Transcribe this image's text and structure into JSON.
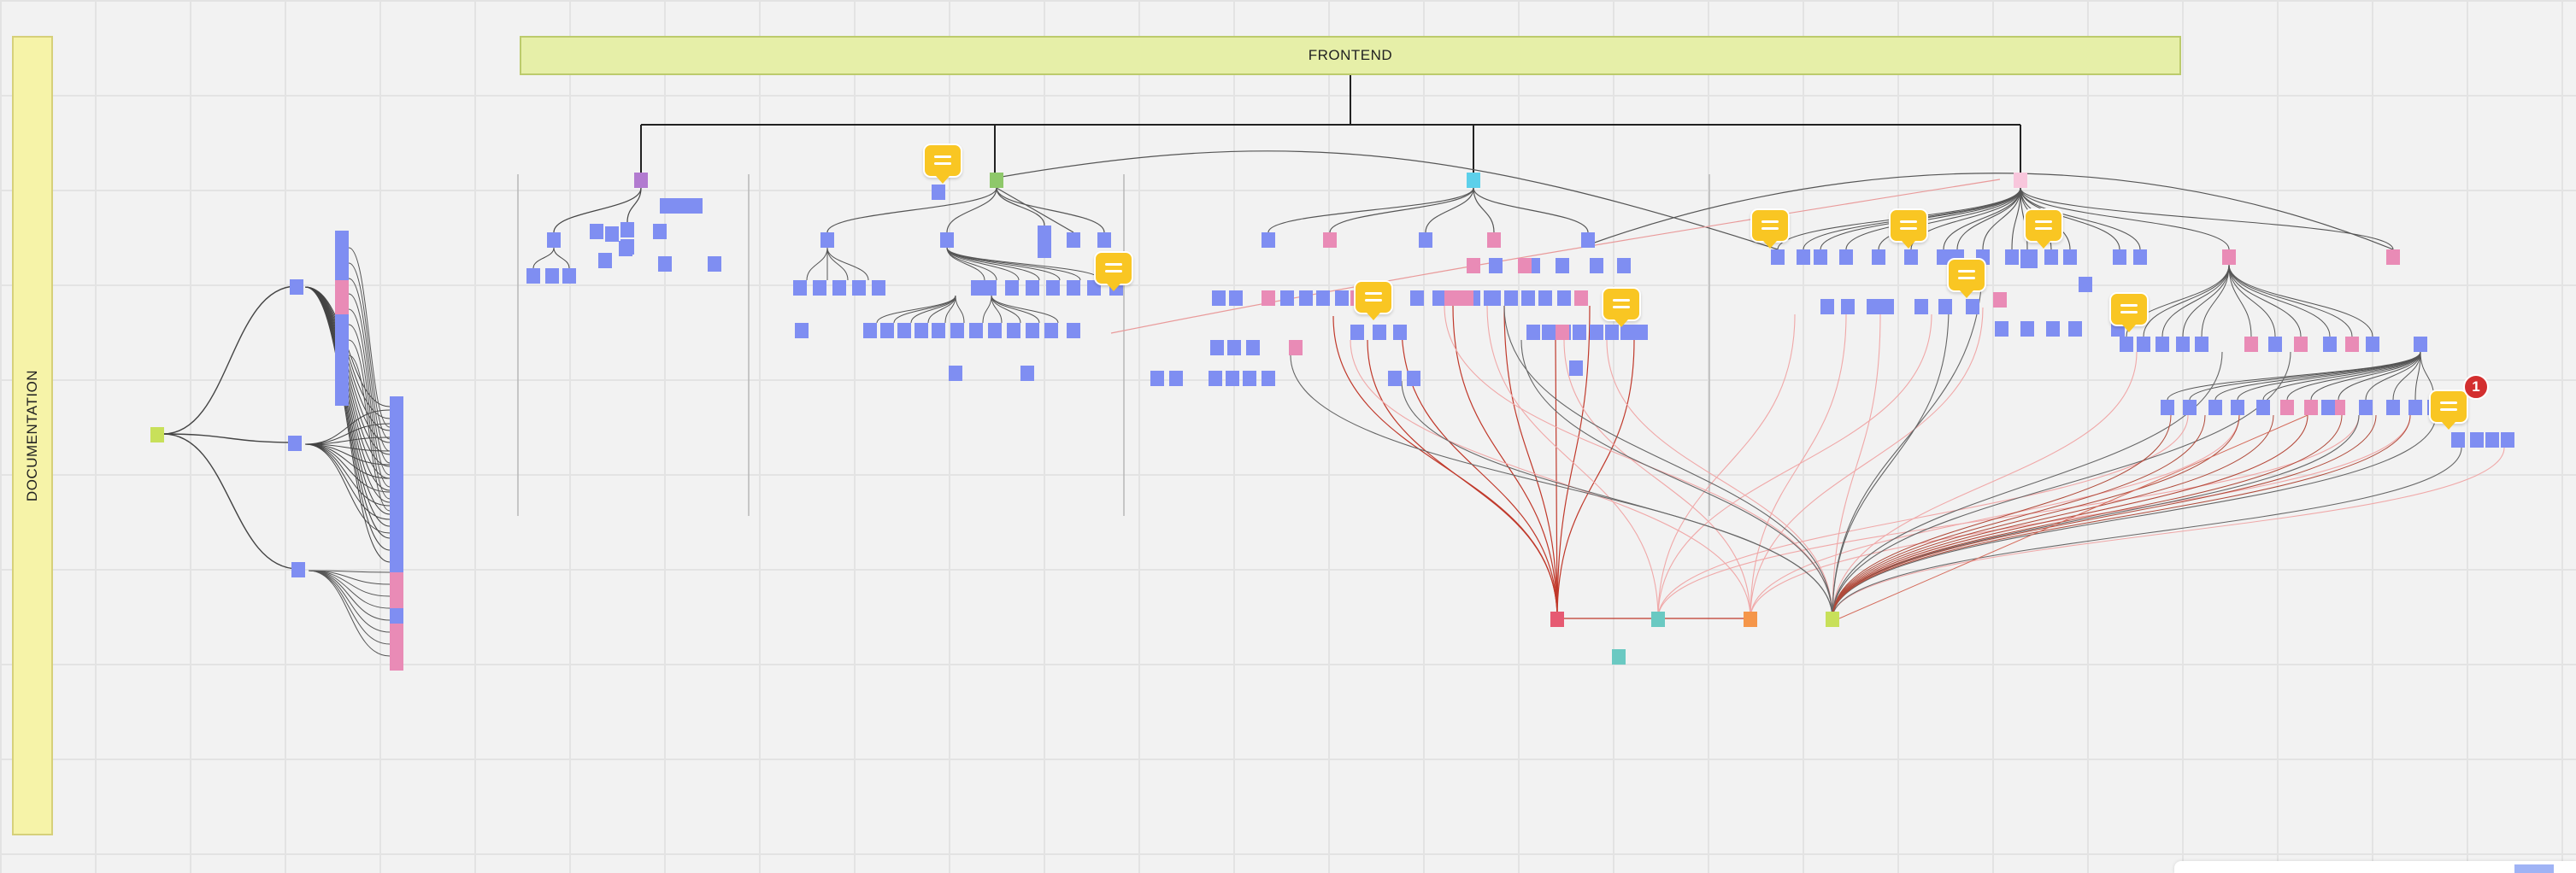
{
  "frontend_label": "FRONTEND",
  "documentation_label": "DOCUMENTATION",
  "notification_count": "1",
  "colors": {
    "background": "#f2f2f2",
    "frontend_banner": "#e6efa8",
    "documentation_banner": "#f6f3a8",
    "node_blue": "#7f8ef2",
    "node_pink": "#e98bb6",
    "node_purple": "#b27bd0",
    "node_green": "#8ec86a",
    "node_cyan": "#5cd0ea",
    "node_light_pink": "#f8c6dc",
    "node_red": "#e65a72",
    "node_teal": "#6ac9c2",
    "node_orange": "#f5964a",
    "node_lime": "#c8e05a",
    "comment": "#f9c623",
    "badge": "#d32f2f"
  },
  "icons": [
    "comment-icon",
    "notification-badge"
  ]
}
